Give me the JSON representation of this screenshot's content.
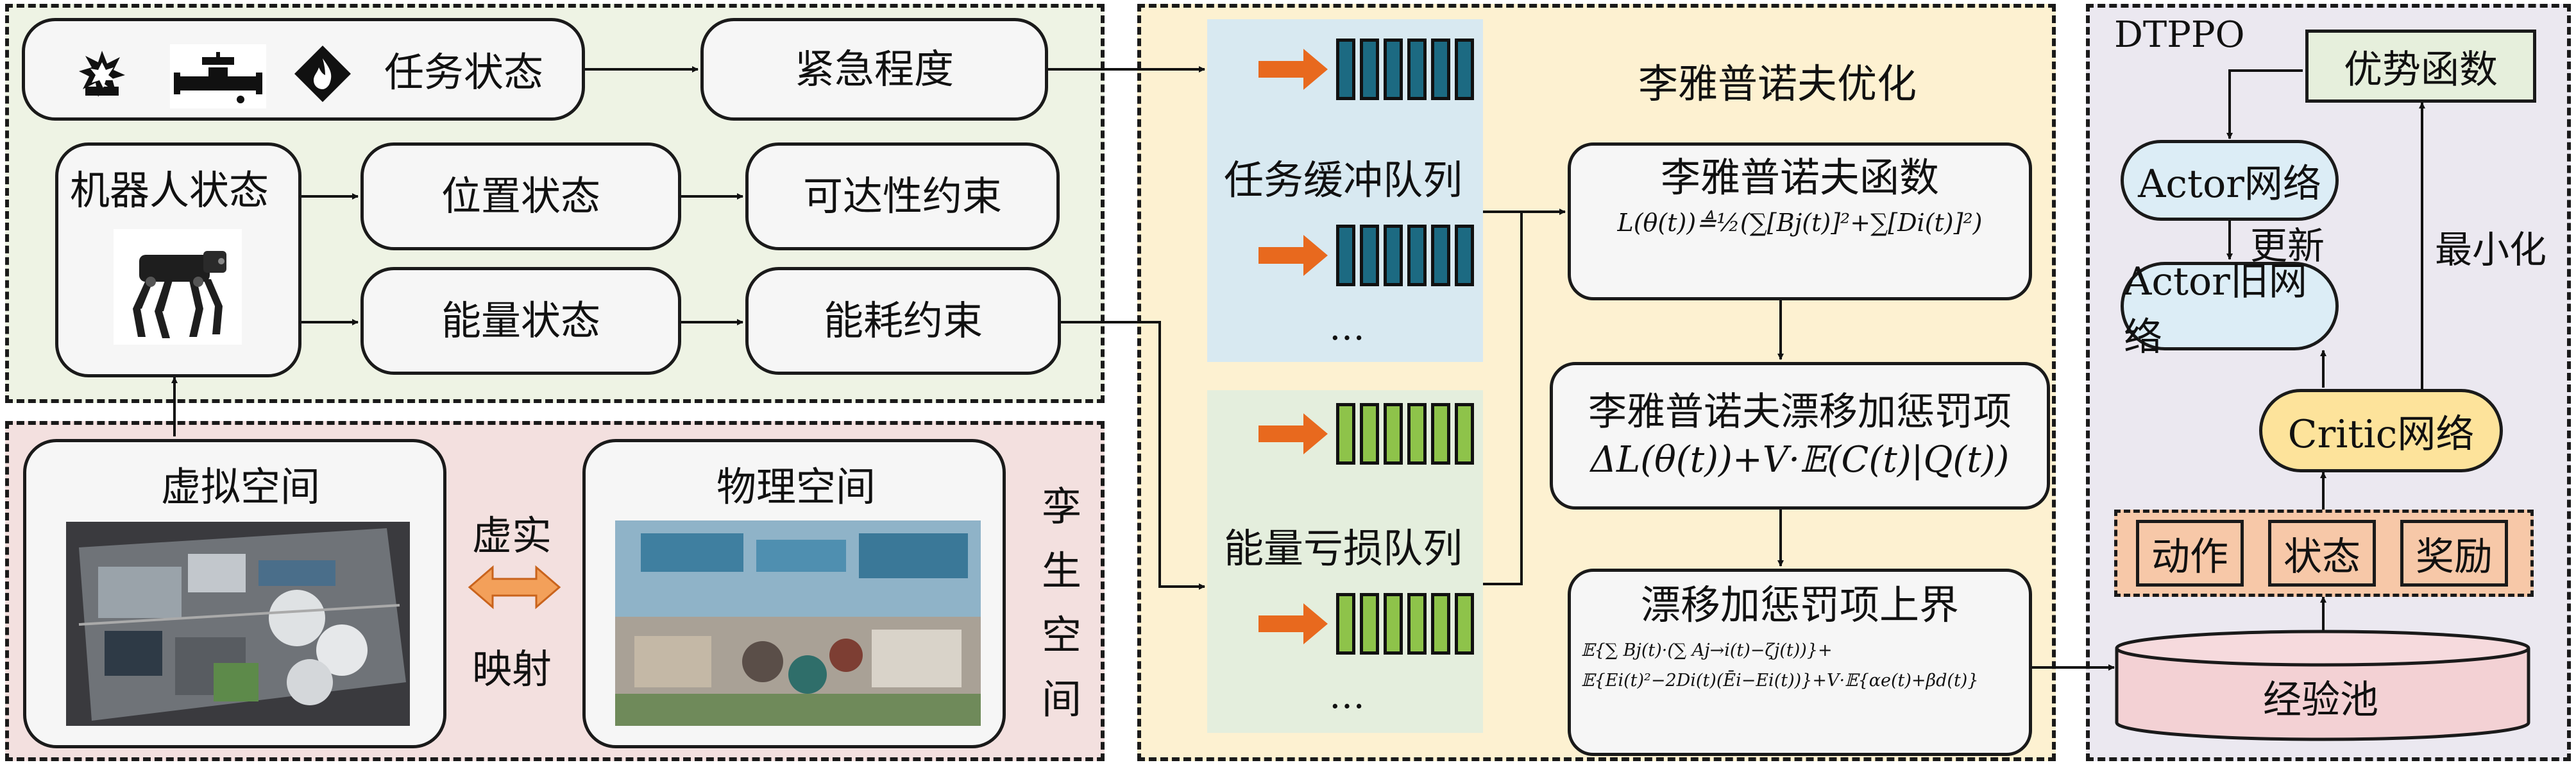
{
  "task_panel": {
    "task_status": "任务状态",
    "urgency": "紧急程度",
    "robot_status": "机器人状态",
    "position_status": "位置状态",
    "reachability": "可达性约束",
    "energy_status": "能量状态",
    "energy_constraint": "能耗约束",
    "icons": [
      "explosion-icon",
      "pipe-valve-icon",
      "fire-hazard-icon",
      "quadruped-robot-icon"
    ]
  },
  "twin_panel": {
    "virtual_space": "虚拟空间",
    "physical_space": "物理空间",
    "mapping_top": "虚实",
    "mapping_bottom": "映射",
    "twin_space": [
      "孪",
      "生",
      "空",
      "间"
    ]
  },
  "lyapunov_panel": {
    "title": "李雅普诺夫优化",
    "task_queue": "任务缓冲队列",
    "energy_queue": "能量亏损队列",
    "ellipsis": "…",
    "lyapunov_function": "李雅普诺夫函数",
    "lyapunov_formula": "L(θ(t))≜½(∑[Bj(t)]²+∑[Di(t)]²)",
    "drift_penalty": "李雅普诺夫漂移加惩罚项",
    "drift_formula": "ΔL(θ(t))+V·𝔼(C(t)|Q(t))",
    "upper_bound": "漂移加惩罚项上界",
    "bound_line1": "𝔼{∑ Bj(t)·(∑ Aj→i(t)−ζj(t))}+",
    "bound_line2": "𝔼{Ei(t)²−2Di(t)(Ēi−Ei(t))}+V·𝔼{αe(t)+βd(t)}"
  },
  "dtppo_panel": {
    "title": "DTPPO",
    "advantage": "优势函数",
    "actor": "Actor网络",
    "update": "更新",
    "actor_old": "Actor旧网络",
    "minimize": "最小化",
    "critic": "Critic网络",
    "action": "动作",
    "state": "状态",
    "reward": "奖励",
    "replay": "经验池"
  },
  "colors": {
    "green_bg": "#eef3e4",
    "pink_bg": "#f3e0df",
    "yellow_bg": "#fdf1d1",
    "lavender_bg": "#ebe8f0",
    "blue_box": "#d8e9f1",
    "green_box": "#e4eedd",
    "teal_cell": "#1c6a82",
    "green_cell": "#8ec34a",
    "orange_arrow": "#e8691e",
    "actor_blue": "#dcedf6",
    "critic_yellow": "#fde39b",
    "peach": "#f7c8a8"
  }
}
